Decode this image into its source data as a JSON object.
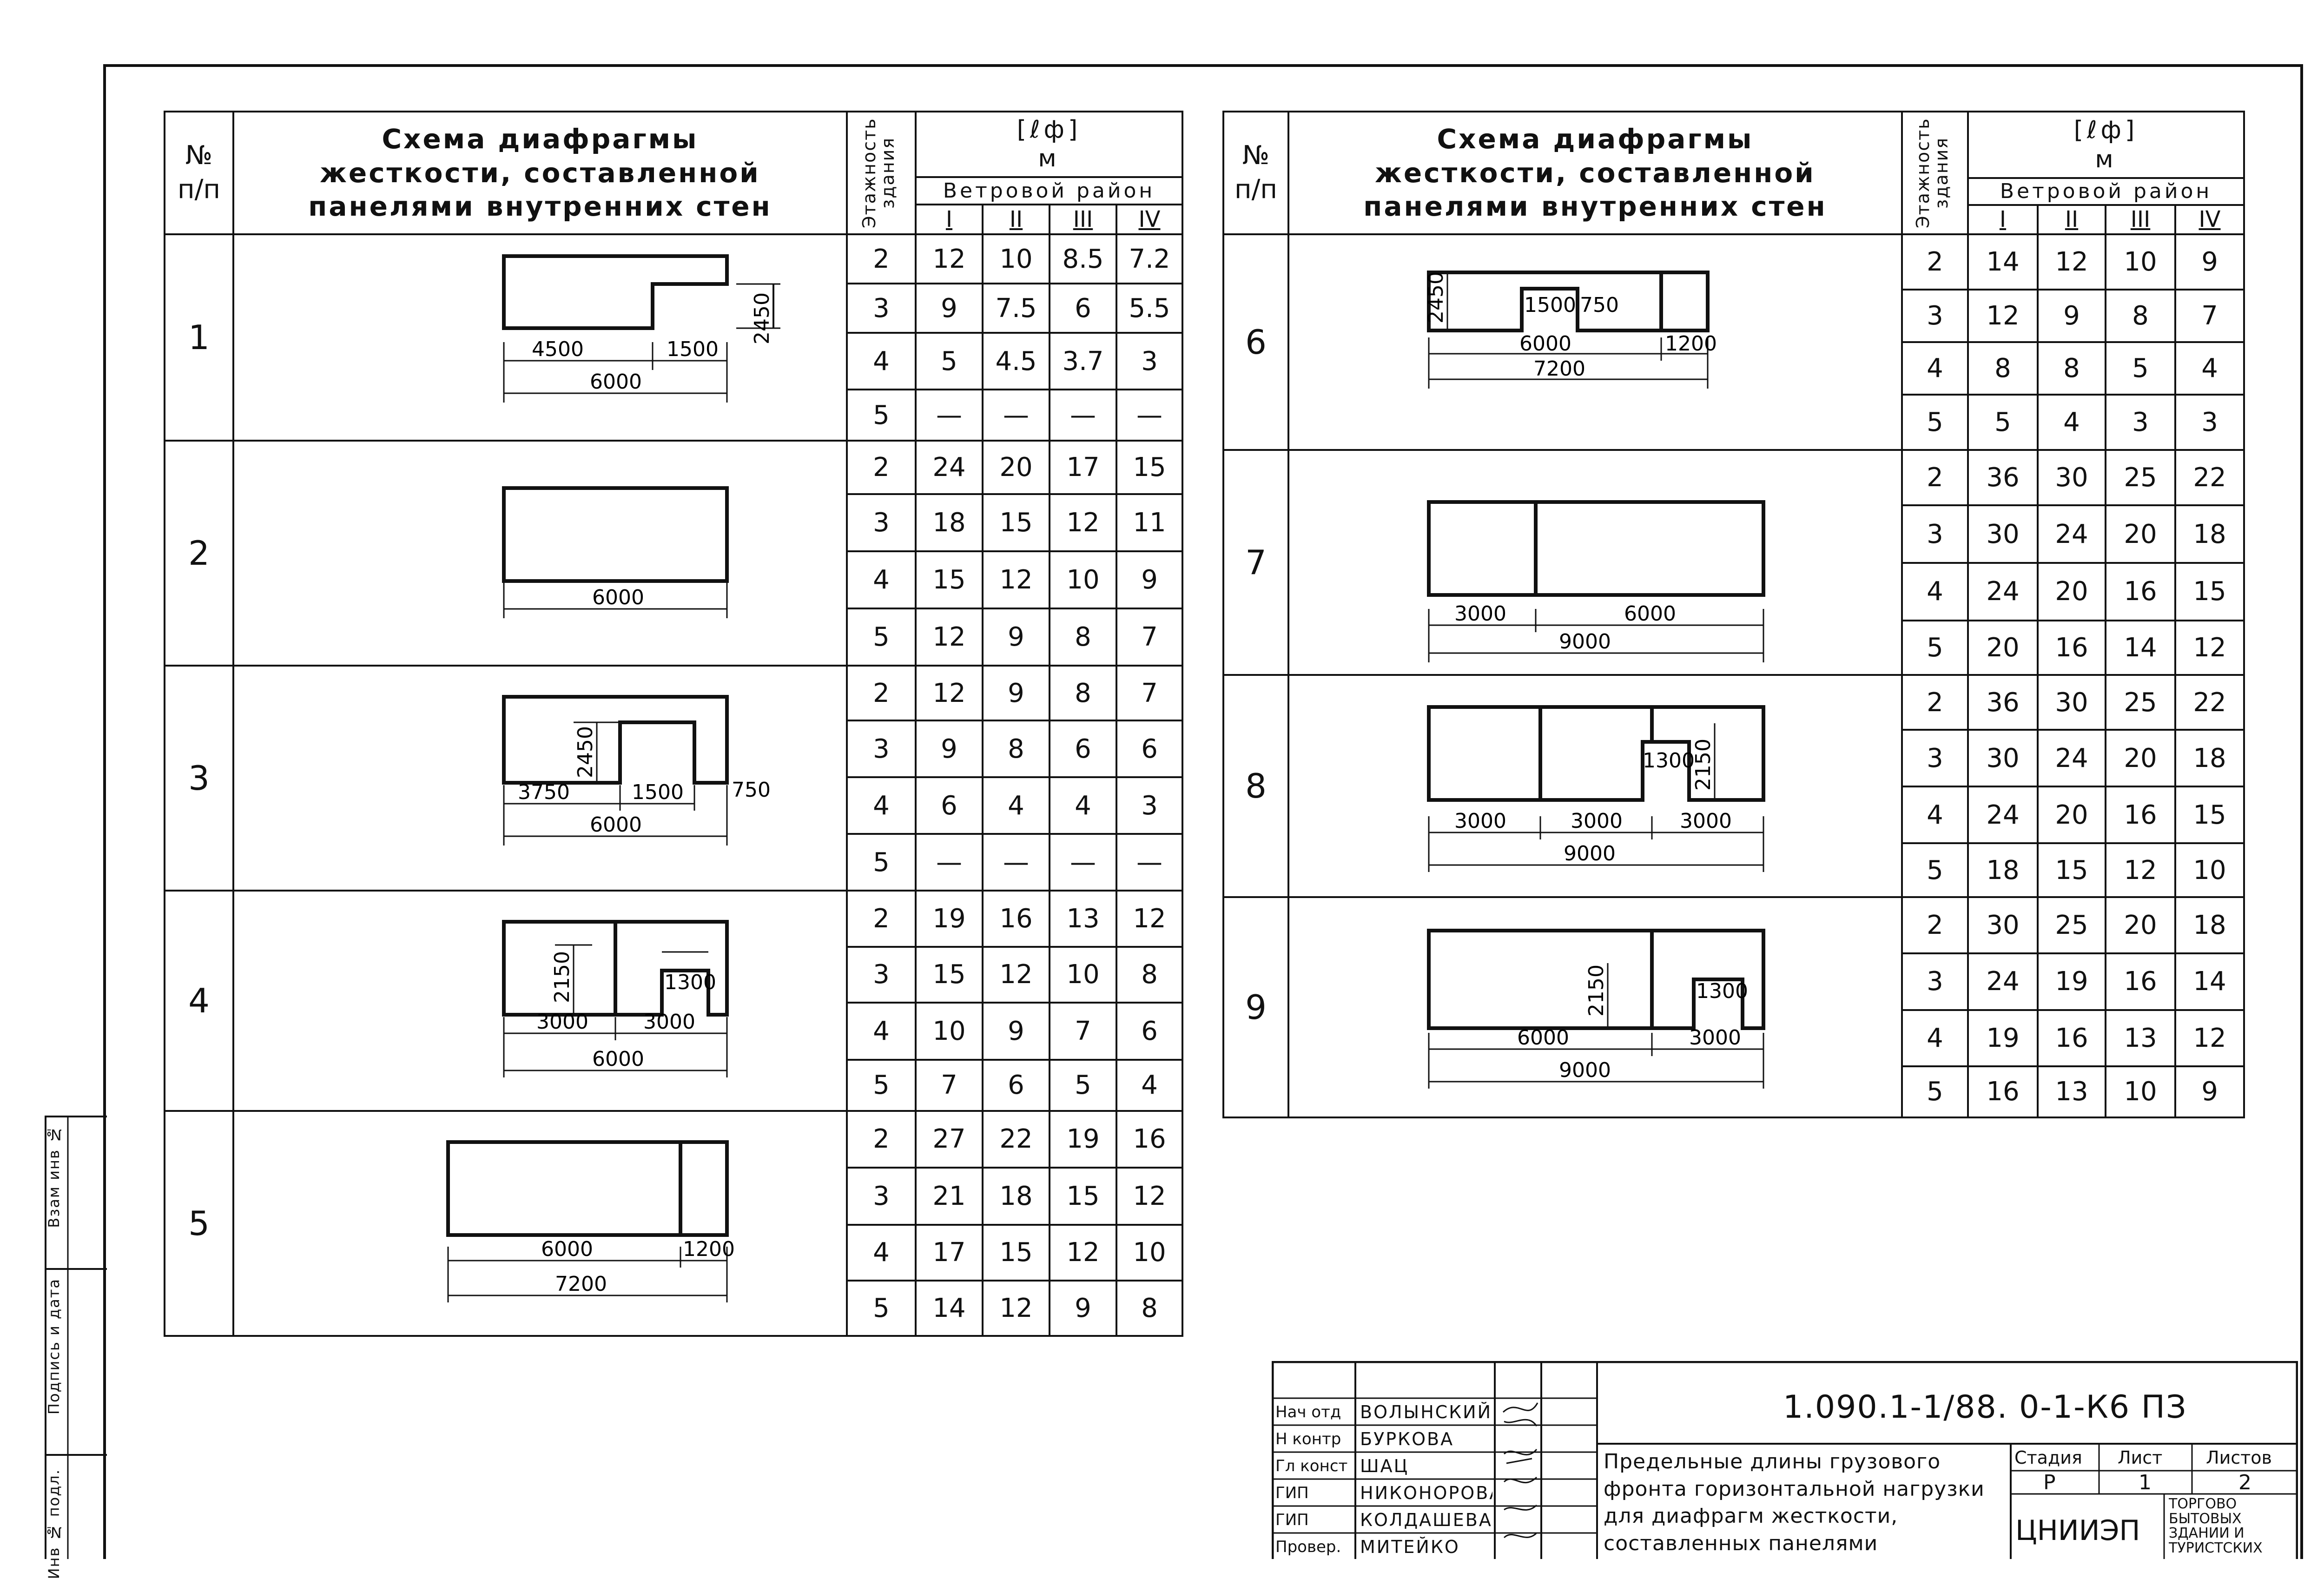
{
  "header": {
    "no_label": "№\nп/п",
    "scheme_title": "Схема диафрагмы жесткости, составленной панелями внутренних стен",
    "floors_label": "Этажность здания",
    "lf_label": "[ℓф]",
    "unit_label": "м",
    "wind_label": "Ветровой район",
    "wind_regions": [
      "I",
      "II",
      "III",
      "IV"
    ]
  },
  "left_table": {
    "rows": [
      {
        "num": "1",
        "dims": {
          "a": "4500",
          "b": "1500",
          "total": "6000",
          "h": "2450"
        },
        "data": [
          [
            "2",
            "12",
            "10",
            "8.5",
            "7.2"
          ],
          [
            "3",
            "9",
            "7.5",
            "6",
            "5.5"
          ],
          [
            "4",
            "5",
            "4.5",
            "3.7",
            "3"
          ],
          [
            "5",
            "—",
            "—",
            "—",
            "—"
          ]
        ]
      },
      {
        "num": "2",
        "dims": {
          "total": "6000"
        },
        "data": [
          [
            "2",
            "24",
            "20",
            "17",
            "15"
          ],
          [
            "3",
            "18",
            "15",
            "12",
            "11"
          ],
          [
            "4",
            "15",
            "12",
            "10",
            "9"
          ],
          [
            "5",
            "12",
            "9",
            "8",
            "7"
          ]
        ]
      },
      {
        "num": "3",
        "dims": {
          "a": "3750",
          "b": "1500",
          "c": "750",
          "total": "6000",
          "h": "2450"
        },
        "data": [
          [
            "2",
            "12",
            "9",
            "8",
            "7"
          ],
          [
            "3",
            "9",
            "8",
            "6",
            "6"
          ],
          [
            "4",
            "6",
            "4",
            "4",
            "3"
          ],
          [
            "5",
            "—",
            "—",
            "—",
            "—"
          ]
        ]
      },
      {
        "num": "4",
        "dims": {
          "a": "3000",
          "b": "3000",
          "total": "6000",
          "h": "2150",
          "w": "1300"
        },
        "data": [
          [
            "2",
            "19",
            "16",
            "13",
            "12"
          ],
          [
            "3",
            "15",
            "12",
            "10",
            "8"
          ],
          [
            "4",
            "10",
            "9",
            "7",
            "6"
          ],
          [
            "5",
            "7",
            "6",
            "5",
            "4"
          ]
        ]
      },
      {
        "num": "5",
        "dims": {
          "a": "6000",
          "b": "1200",
          "total": "7200"
        },
        "data": [
          [
            "2",
            "27",
            "22",
            "19",
            "16"
          ],
          [
            "3",
            "21",
            "18",
            "15",
            "12"
          ],
          [
            "4",
            "17",
            "15",
            "12",
            "10"
          ],
          [
            "5",
            "14",
            "12",
            "9",
            "8"
          ]
        ]
      }
    ]
  },
  "right_table": {
    "rows": [
      {
        "num": "6",
        "dims": {
          "h": "2450",
          "w": "1500",
          "c": "750",
          "a": "6000",
          "b": "1200",
          "total": "7200"
        },
        "data": [
          [
            "2",
            "14",
            "12",
            "10",
            "9"
          ],
          [
            "3",
            "12",
            "9",
            "8",
            "7"
          ],
          [
            "4",
            "8",
            "8",
            "5",
            "4"
          ],
          [
            "5",
            "5",
            "4",
            "3",
            "3"
          ]
        ]
      },
      {
        "num": "7",
        "dims": {
          "a": "3000",
          "b": "6000",
          "total": "9000"
        },
        "data": [
          [
            "2",
            "36",
            "30",
            "25",
            "22"
          ],
          [
            "3",
            "30",
            "24",
            "20",
            "18"
          ],
          [
            "4",
            "24",
            "20",
            "16",
            "15"
          ],
          [
            "5",
            "20",
            "16",
            "14",
            "12"
          ]
        ]
      },
      {
        "num": "8",
        "dims": {
          "w": "1300",
          "h": "2150",
          "a": "3000",
          "b": "3000",
          "c": "3000",
          "total": "9000"
        },
        "data": [
          [
            "2",
            "36",
            "30",
            "25",
            "22"
          ],
          [
            "3",
            "30",
            "24",
            "20",
            "18"
          ],
          [
            "4",
            "24",
            "20",
            "16",
            "15"
          ],
          [
            "5",
            "18",
            "15",
            "12",
            "10"
          ]
        ]
      },
      {
        "num": "9",
        "dims": {
          "h": "2150",
          "w": "1300",
          "a": "6000",
          "b": "3000",
          "total": "9000"
        },
        "data": [
          [
            "2",
            "30",
            "25",
            "20",
            "18"
          ],
          [
            "3",
            "24",
            "19",
            "16",
            "14"
          ],
          [
            "4",
            "19",
            "16",
            "13",
            "12"
          ],
          [
            "5",
            "16",
            "13",
            "10",
            "9"
          ]
        ]
      }
    ]
  },
  "stamp": {
    "roles": [
      "Нач отд",
      "Н контр",
      "Гл конст",
      "ГИП",
      "ГИП",
      "Провер."
    ],
    "names": [
      "Волынский",
      "Буркова",
      "Шац",
      "Никонорова",
      "Колдашева",
      "Митейко"
    ],
    "code": "1.090.1-1/88. 0-1-К6 ПЗ",
    "title_text": "Предельные длины грузового фронта горизонтальной нагрузки для диафрагм жесткости, составленных панелями внутренних стен",
    "stage_label": "Стадия",
    "sheet_label": "Лист",
    "sheets_label": "Листов",
    "stage": "Р",
    "sheet": "1",
    "sheets": "2",
    "org": "ЦНИИЭП",
    "org_sub": "торгово бытовых здании и туристских"
  },
  "side_strip": {
    "labels": [
      "Инв № подл.",
      "Подпись и дата",
      "Взам инв №"
    ]
  }
}
